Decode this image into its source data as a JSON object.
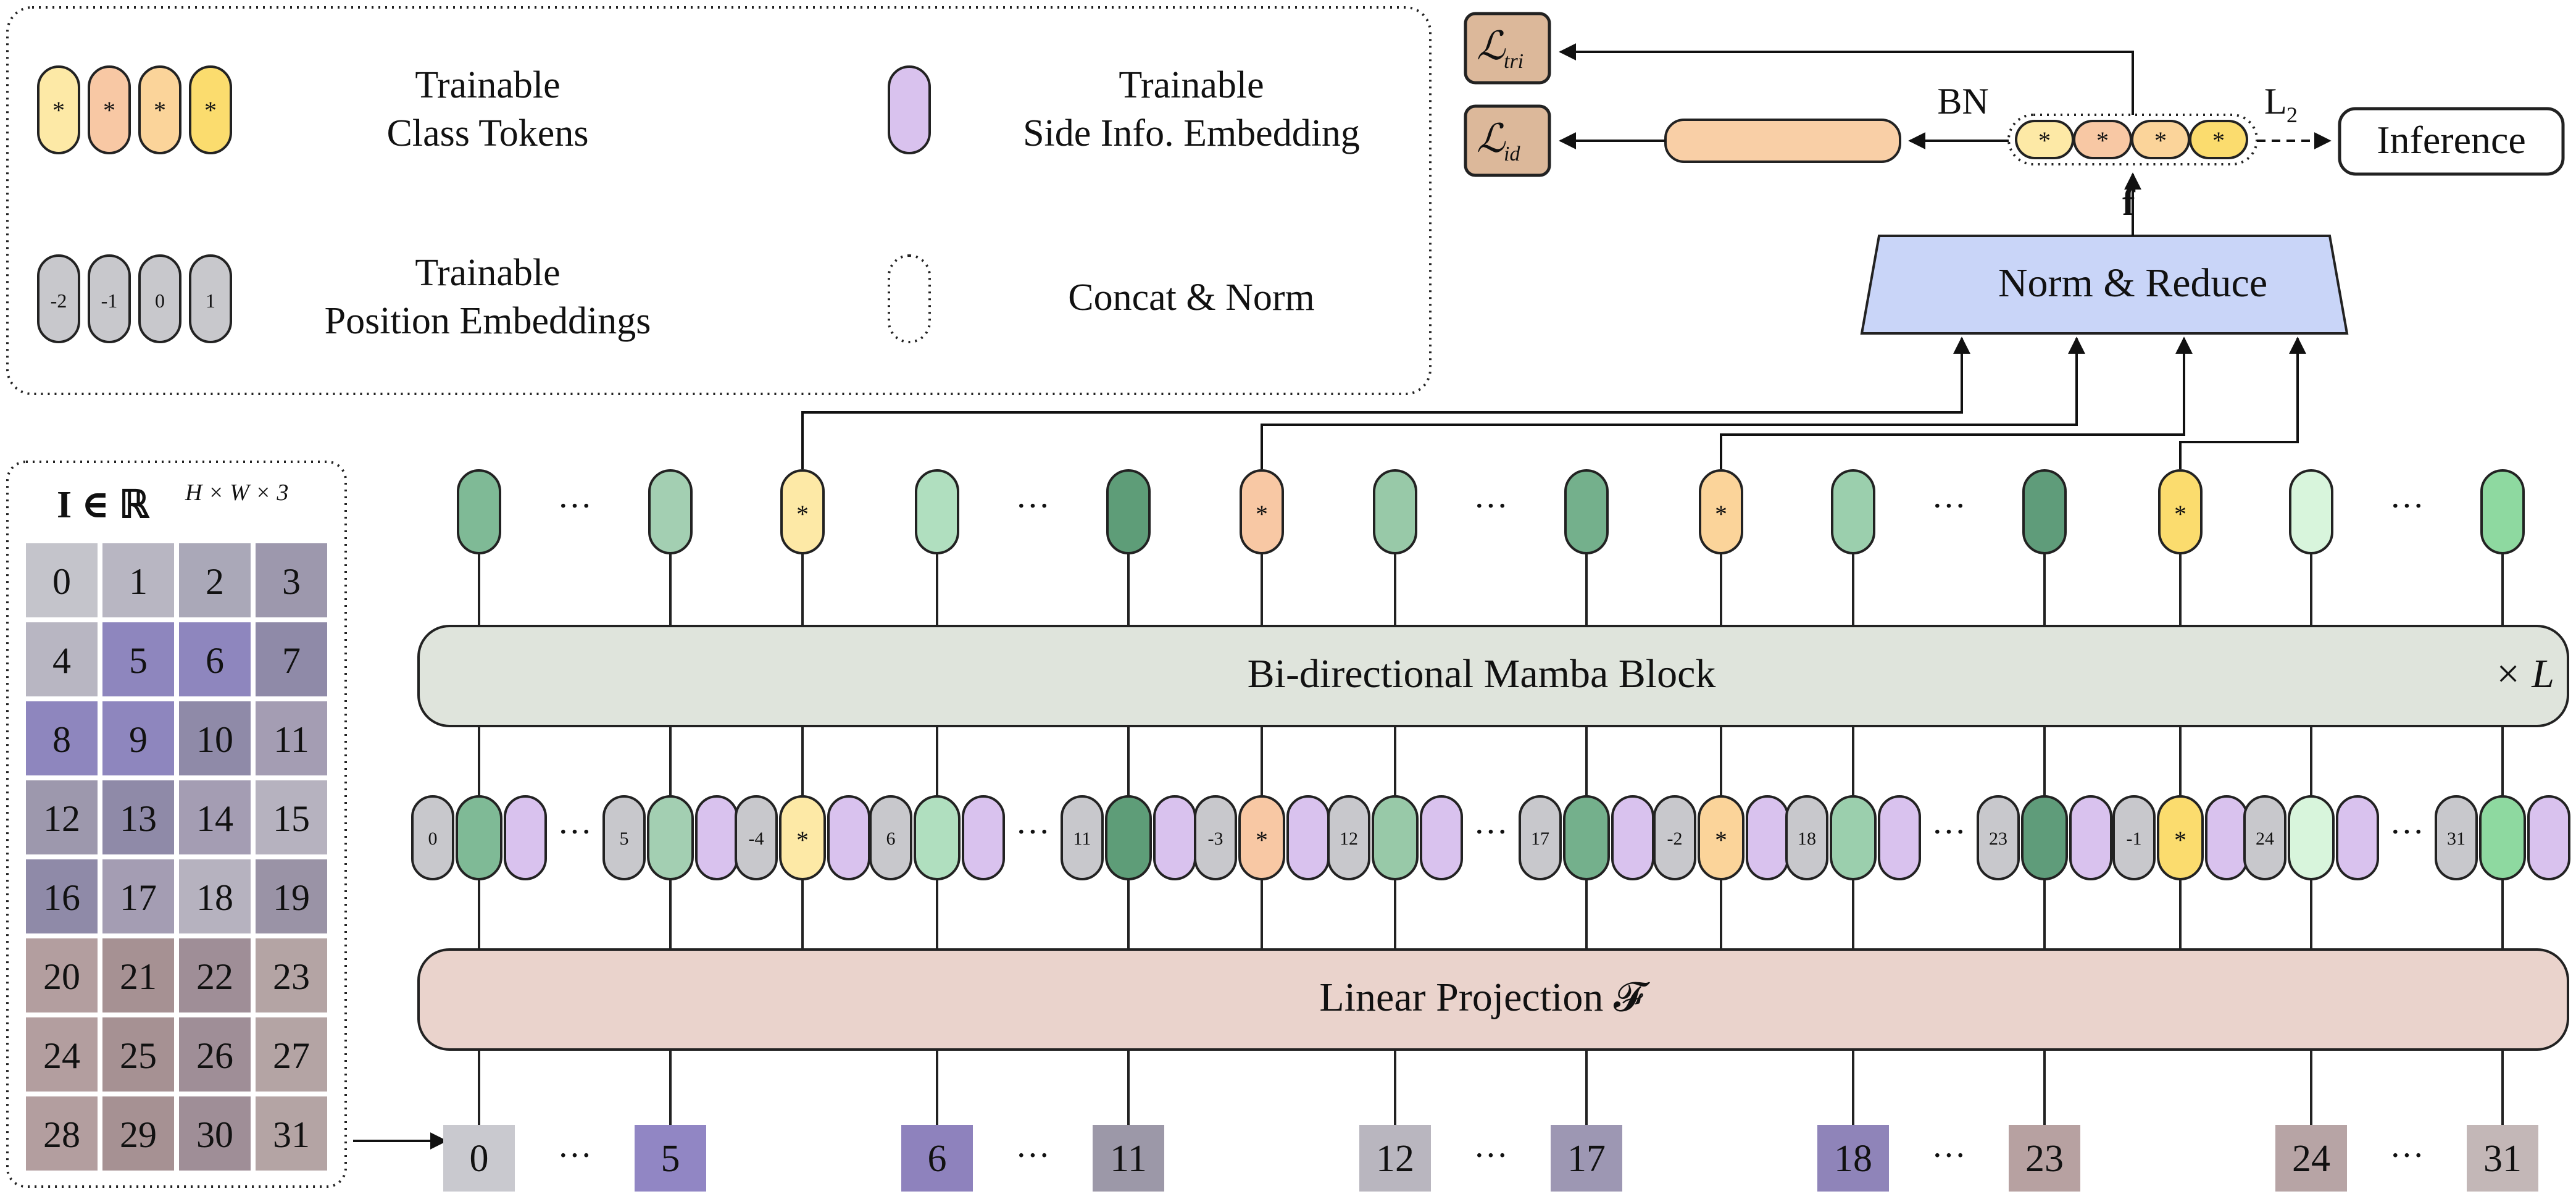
{
  "legend": {
    "class_tokens_label": [
      "Trainable",
      "Class Tokens"
    ],
    "side_info_label": [
      "Trainable",
      "Side Info. Embedding"
    ],
    "position_label": [
      "Trainable",
      "Position Embeddings"
    ],
    "concat_label": "Concat & Norm",
    "position_examples": [
      "-2",
      "-1",
      "0",
      "1"
    ],
    "token_mark": "*"
  },
  "image_panel": {
    "title": "I ∈ ℝ",
    "title_sup": "H × W × 3",
    "patches": [
      "0",
      "1",
      "2",
      "3",
      "4",
      "5",
      "6",
      "7",
      "8",
      "9",
      "10",
      "11",
      "12",
      "13",
      "14",
      "15",
      "16",
      "17",
      "18",
      "19",
      "20",
      "21",
      "22",
      "23",
      "24",
      "25",
      "26",
      "27",
      "28",
      "29",
      "30",
      "31"
    ]
  },
  "blocks": {
    "mamba": "Bi-directional Mamba Block",
    "mamba_repeat": "× L",
    "linear": "Linear Projection 𝓕",
    "norm_reduce": "Norm & Reduce"
  },
  "head": {
    "loss_tri": "ℒ",
    "loss_tri_sub": "tri",
    "loss_id": "ℒ",
    "loss_id_sub": "id",
    "bn_label": "BN",
    "l2_label": "L",
    "l2_sub": "2",
    "feature_label": "f",
    "inference_label": "Inference"
  },
  "ellipsis": "···",
  "bottom_patch_labels": [
    "0",
    "5",
    "6",
    "11",
    "12",
    "17",
    "18",
    "23",
    "24",
    "31"
  ],
  "embed_groups": [
    {
      "pos": "0",
      "kind": "patch"
    },
    {
      "pos": "5",
      "kind": "patch"
    },
    {
      "pos": "-4",
      "kind": "class"
    },
    {
      "pos": "6",
      "kind": "patch"
    },
    {
      "pos": "11",
      "kind": "patch"
    },
    {
      "pos": "-3",
      "kind": "class"
    },
    {
      "pos": "12",
      "kind": "patch"
    },
    {
      "pos": "17",
      "kind": "patch"
    },
    {
      "pos": "-2",
      "kind": "class"
    },
    {
      "pos": "18",
      "kind": "patch"
    },
    {
      "pos": "23",
      "kind": "patch"
    },
    {
      "pos": "-1",
      "kind": "class"
    },
    {
      "pos": "24",
      "kind": "patch"
    },
    {
      "pos": "31",
      "kind": "patch"
    }
  ],
  "colors": {
    "class_token_1": "#fde9a6",
    "class_token_2": "#f8c8a4",
    "class_token_3": "#fbd49a",
    "class_token_4": "#fbdc6e",
    "side_info": "#d9c2ee",
    "position": "#c8c8cc",
    "mamba_block": "#dfe4dc",
    "linear_block": "#ead3cc",
    "norm_reduce": "#c9d5f8",
    "loss_box": "#dcb89a",
    "bn_feature": "#f9cfa6"
  }
}
